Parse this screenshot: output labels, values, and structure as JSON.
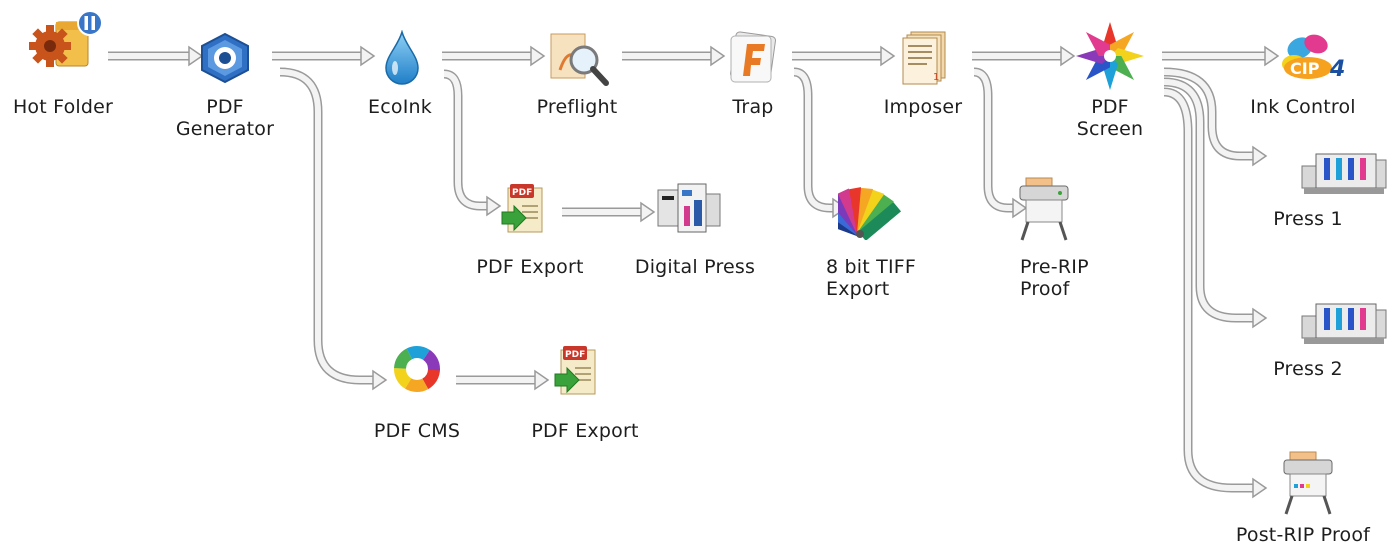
{
  "diagram": {
    "nodes": {
      "hot_folder": {
        "label": "Hot Folder",
        "icon": "hot-folder-gear-icon"
      },
      "pdf_generator": {
        "label": "PDF\nGenerator",
        "icon": "pdf-generator-icon"
      },
      "ecoink": {
        "label": "EcoInk",
        "icon": "water-drop-icon"
      },
      "preflight": {
        "label": "Preflight",
        "icon": "magnifier-document-icon"
      },
      "trap": {
        "label": "Trap",
        "icon": "trap-f-icon"
      },
      "imposer": {
        "label": "Imposer",
        "icon": "imposer-pages-icon"
      },
      "pdf_screen": {
        "label": "PDF\nScreen",
        "icon": "color-star-icon"
      },
      "ink_control": {
        "label": "Ink Control",
        "icon": "cip4-logo-icon"
      },
      "pdf_export_1": {
        "label": "PDF Export",
        "icon": "pdf-export-icon"
      },
      "digital_press": {
        "label": "Digital Press",
        "icon": "digital-press-icon"
      },
      "tiff_export": {
        "label": "8 bit TIFF\nExport",
        "icon": "color-fan-icon"
      },
      "pre_rip_proof": {
        "label": "Pre-RIP\nProof",
        "icon": "proof-printer-icon"
      },
      "press_1": {
        "label": "Press 1",
        "icon": "offset-press-icon"
      },
      "press_2": {
        "label": "Press 2",
        "icon": "offset-press-icon"
      },
      "pdf_cms": {
        "label": "PDF CMS",
        "icon": "color-ring-icon"
      },
      "pdf_export_2": {
        "label": "PDF Export",
        "icon": "pdf-export-icon"
      },
      "post_rip_proof": {
        "label": "Post-RIP Proof",
        "icon": "proof-printer-icon"
      }
    },
    "edges": [
      [
        "hot_folder",
        "pdf_generator"
      ],
      [
        "pdf_generator",
        "ecoink"
      ],
      [
        "pdf_generator",
        "pdf_cms"
      ],
      [
        "ecoink",
        "preflight"
      ],
      [
        "ecoink",
        "pdf_export_1"
      ],
      [
        "preflight",
        "trap"
      ],
      [
        "trap",
        "imposer"
      ],
      [
        "trap",
        "tiff_export"
      ],
      [
        "imposer",
        "pdf_screen"
      ],
      [
        "imposer",
        "pre_rip_proof"
      ],
      [
        "pdf_screen",
        "ink_control"
      ],
      [
        "pdf_screen",
        "press_1"
      ],
      [
        "pdf_screen",
        "press_2"
      ],
      [
        "pdf_screen",
        "post_rip_proof"
      ],
      [
        "pdf_export_1",
        "digital_press"
      ],
      [
        "pdf_cms",
        "pdf_export_2"
      ]
    ],
    "colors": {
      "arrow_fill": "#f3f3f3",
      "arrow_stroke": "#9a9a9a",
      "label_text": "#1e1e1e"
    }
  }
}
